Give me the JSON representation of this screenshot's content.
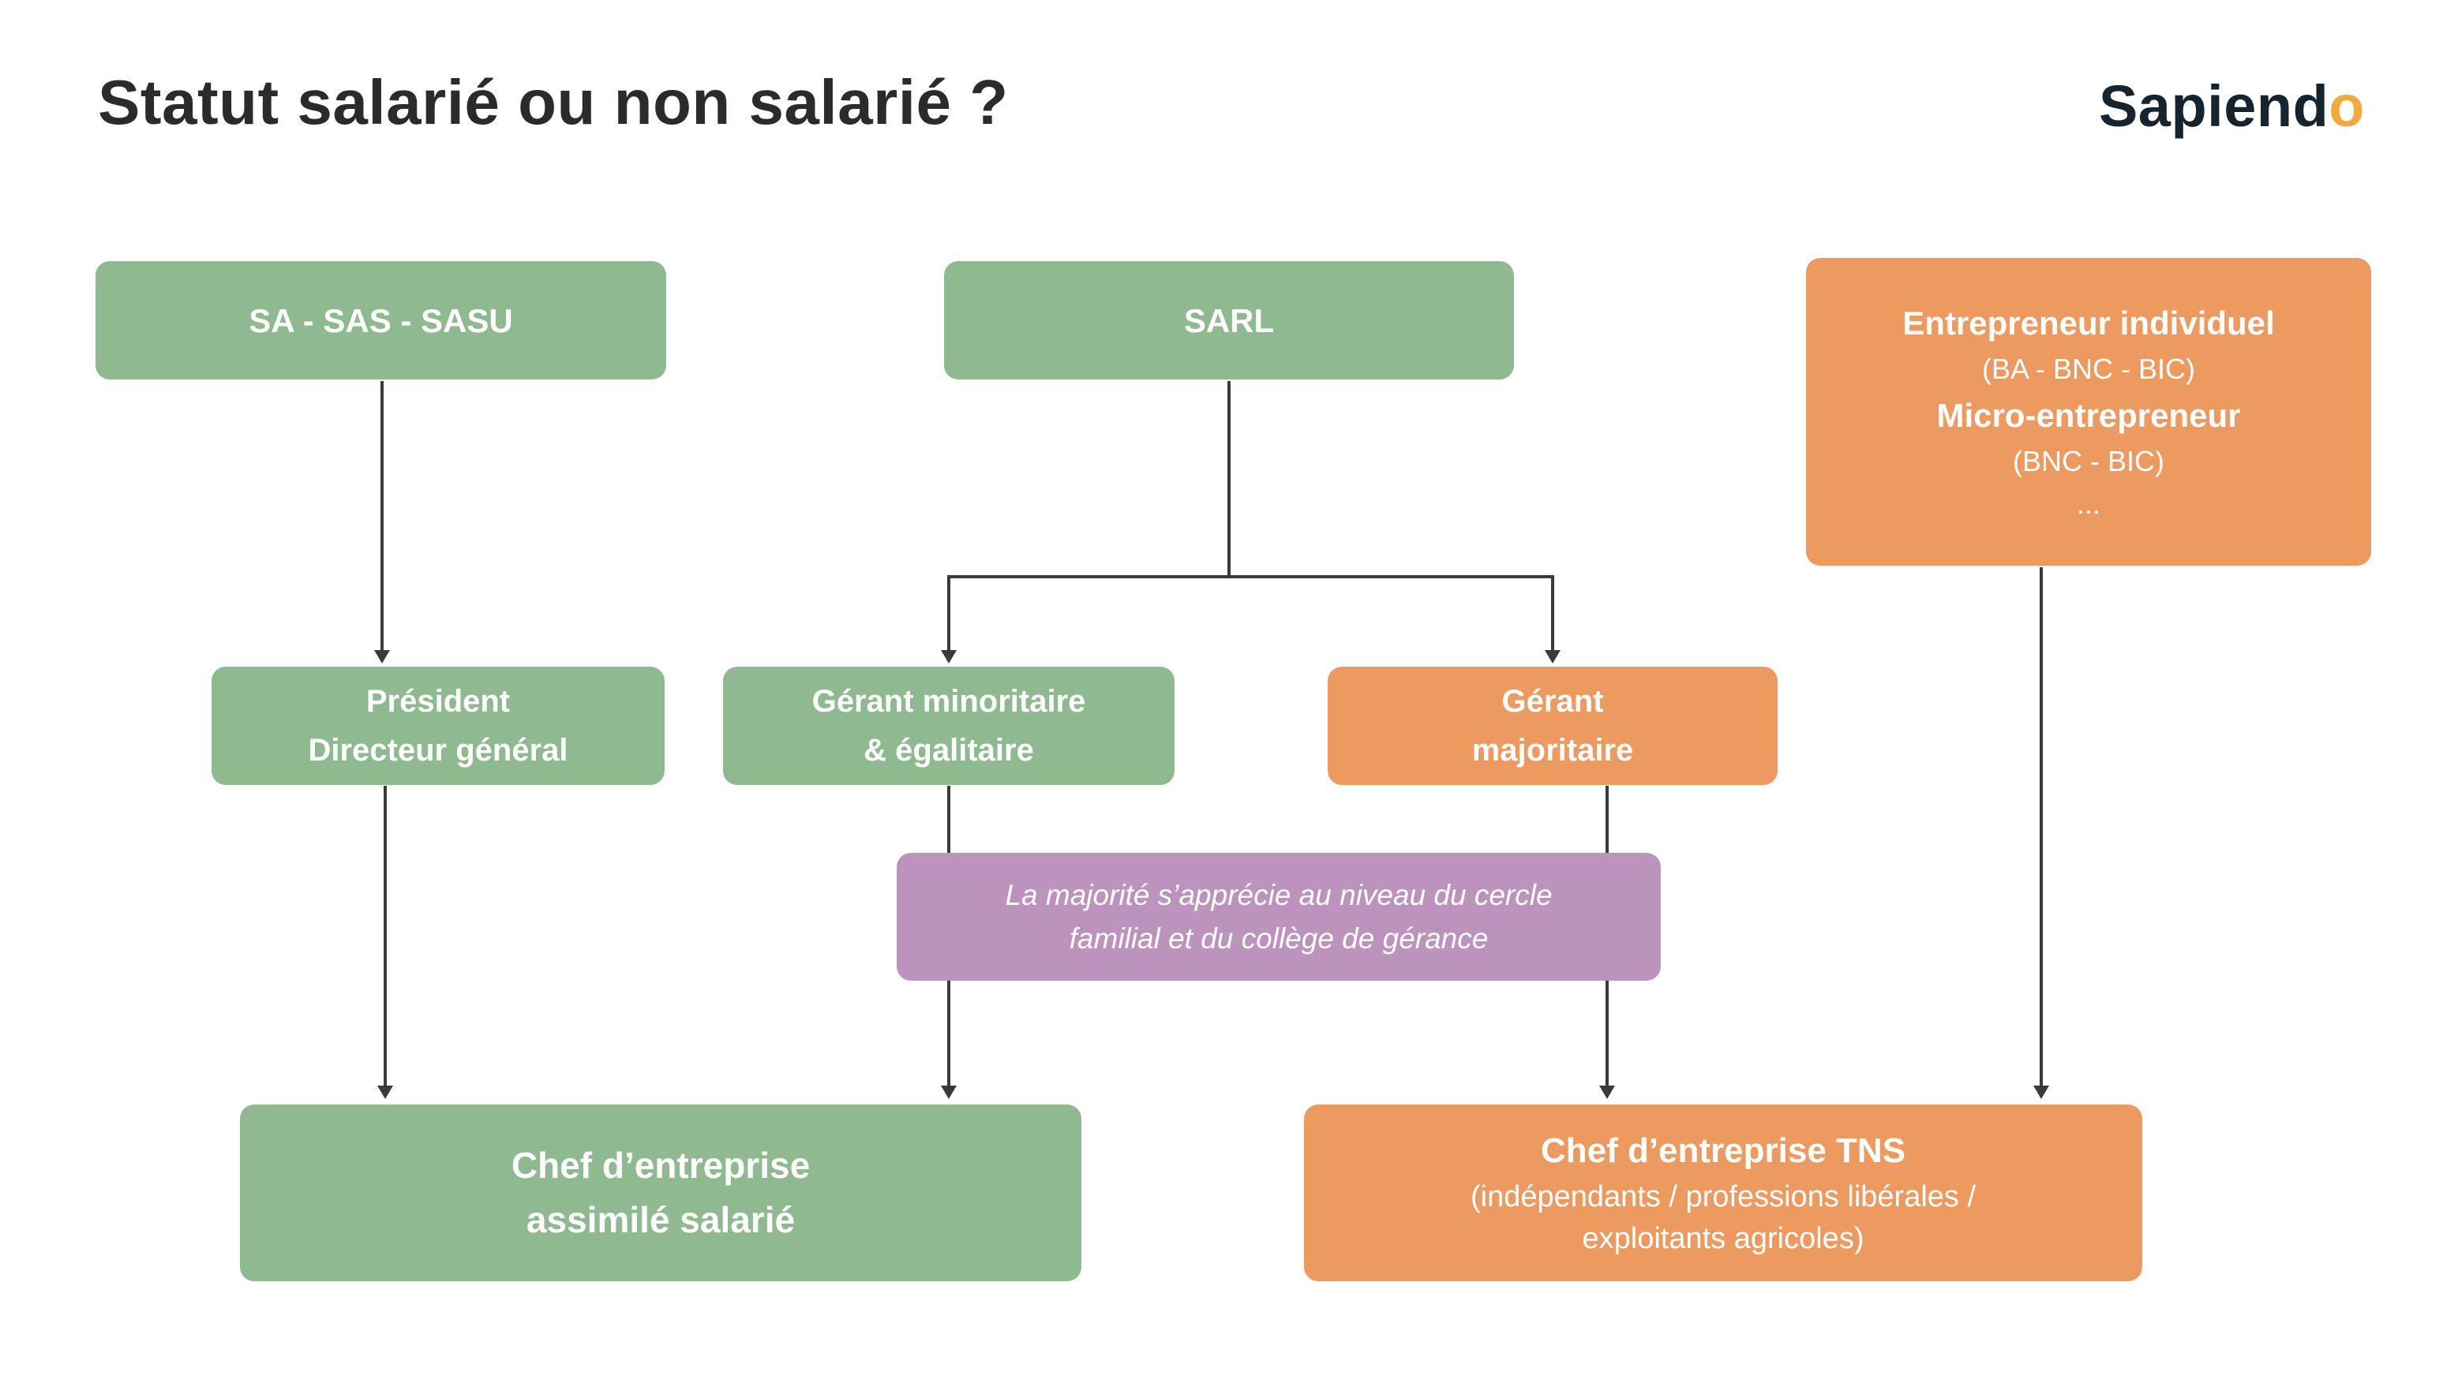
{
  "title": "Statut salarié ou non salarié ?",
  "logo": {
    "text_main": "Sapiend",
    "text_accent": "o"
  },
  "colors": {
    "green": "#8FB98F",
    "orange": "#EC9A60",
    "purple": "#BC93BC",
    "arrow": "#3a3a3a",
    "title": "#2b2b2b",
    "logo_dark": "#16242f",
    "logo_accent": "#F3A93B",
    "box_text": "#ffffff"
  },
  "boxes": {
    "sa": {
      "line1": "SA - SAS - SASU"
    },
    "sarl": {
      "line1": "SARL"
    },
    "entrepreneur": {
      "line1": "Entrepreneur individuel",
      "line2": "(BA - BNC - BIC)",
      "line3": "Micro-entrepreneur",
      "line4": "(BNC - BIC)",
      "line5": "..."
    },
    "president": {
      "line1": "Président",
      "line2": "Directeur général"
    },
    "gerant_minoritaire": {
      "line1": "Gérant minoritaire",
      "line2": "& égalitaire"
    },
    "gerant_majoritaire": {
      "line1": "Gérant",
      "line2": "majoritaire"
    },
    "note": {
      "line1": "La majorité s’apprécie au niveau du cercle",
      "line2": "familial et du collège de gérance"
    },
    "chef_assimile": {
      "line1": "Chef d’entreprise",
      "line2": "assimilé salarié"
    },
    "chef_tns": {
      "line1": "Chef d’entreprise TNS",
      "line2": "(indépendants / professions libérales /",
      "line3": "exploitants agricoles)"
    }
  }
}
